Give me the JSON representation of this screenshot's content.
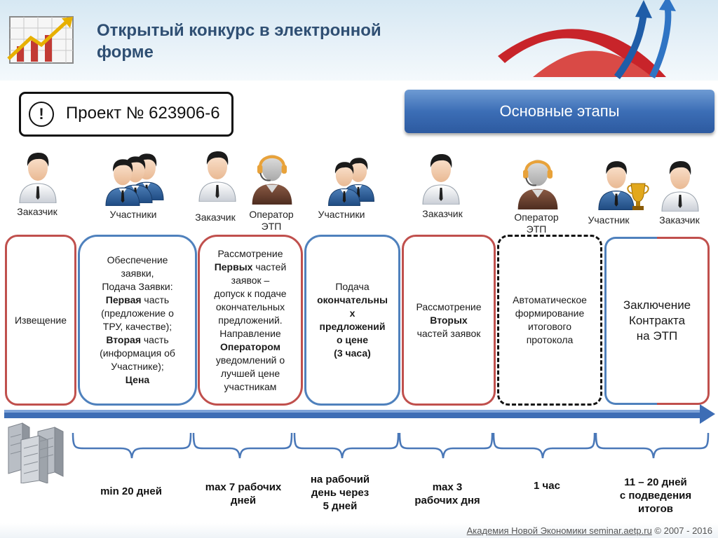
{
  "header": {
    "title": "Открытый конкурс в электронной\nформе"
  },
  "project": {
    "icon_symbol": "!",
    "label": "Проект № 623906-6"
  },
  "stages_banner": {
    "label": "Основные этапы"
  },
  "actors": {
    "zakazchik_1": "Заказчик",
    "uchastniki_1": "Участники",
    "zakazchik_2": "Заказчик",
    "operator_1": "Оператор\nЭТП",
    "uchastniki_2": "Участники",
    "zakazchik_3": "Заказчик",
    "operator_2": "Оператор\nЭТП",
    "uchastnik": "Участник",
    "zakazchik_4": "Заказчик"
  },
  "stages": {
    "s1": {
      "text": "Извещение"
    },
    "s2": {
      "line1": "Обеспечение\nзаявки,\nПодача Заявки:\n",
      "bold1": "Первая",
      "line2": " часть\n(предложение о\nТРУ, качестве);\n",
      "bold2": "Вторая",
      "line3": " часть\n(информация об\nУчастнике);\n",
      "bold3": "Цена"
    },
    "s3": {
      "line1": "Рассмотрение\n",
      "bold1": "Первых",
      "line2": " частей\nзаявок –\nдопуск к подаче\nокончательных\nпредложений.\nНаправление\n",
      "bold2": "Оператором",
      "line3": "\nуведомлений о\nлучшей цене\nучастникам"
    },
    "s4": {
      "line1": "Подача\n",
      "bold1": "окончательны\nх\nпредложений\nо цене\n(3 часа)"
    },
    "s5": {
      "line1": "Рассмотрение\n",
      "bold1": "Вторых",
      "line2": "\nчастей заявок"
    },
    "s6": {
      "text": "Автоматическое\nформирование\nитогового\nпротокола"
    },
    "s7": {
      "text": "Заключение\nКонтракта\nна ЭТП"
    }
  },
  "durations": {
    "d1": "min 20 дней",
    "d2": "max 7 рабочих\nдней",
    "d3": "на рабочий\nдень через\n5 дней",
    "d4": "max 3\nрабочих дня",
    "d5": "1 час",
    "d6": "11 – 20 дней\nс подведения\nитогов"
  },
  "footer": {
    "org": "Академия Новой Экономики seminar.aetp.ru",
    "copyright": " © 2007 - 2016"
  },
  "colors": {
    "title": "#2f4f73",
    "accent_blue": "#4f81bd",
    "accent_red": "#c0504d",
    "banner_blue": "#3c6eb6",
    "timeline_blue": "#3d6db5"
  },
  "icons": [
    "chart-arrow-logo-icon",
    "swoosh-arrow-icon",
    "exclamation-icon",
    "businessman-icon",
    "participants-group-icon",
    "operator-headset-icon",
    "trophy-icon",
    "buildings-icon"
  ]
}
